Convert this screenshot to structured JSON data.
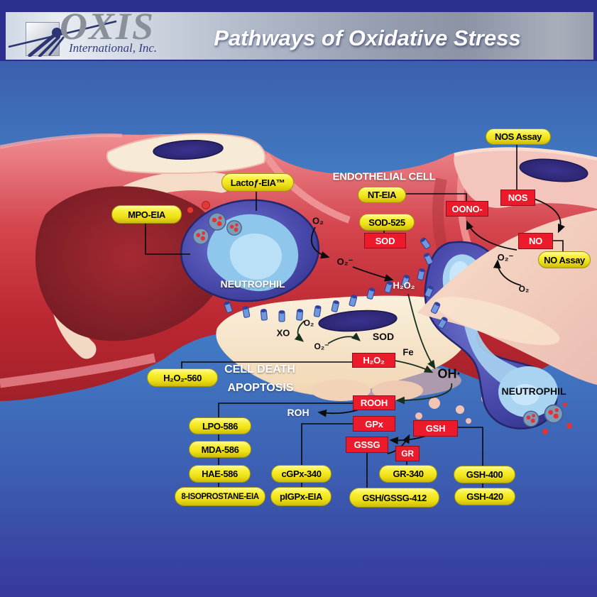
{
  "header": {
    "brand": "OXIS",
    "brand_subtitle": "International, Inc.",
    "title": "Pathways of Oxidative Stress"
  },
  "pills": {
    "nos_assay": "NOS Assay",
    "lacto": "Lactoƒ-EIA™",
    "mpo": "MPO-EIA",
    "nt": "NT-EIA",
    "sod525": "SOD-525",
    "no_assay": "NO Assay",
    "h2o2_560": "H₂O₂-560",
    "lpo": "LPO-586",
    "mda": "MDA-586",
    "hae": "HAE-586",
    "isoprostane": "8-ISOPROSTANE-EIA",
    "cgpx": "cGPx-340",
    "pigpx": "pIGPx-EIA",
    "gr340": "GR-340",
    "gshgssg": "GSH/GSSG-412",
    "gsh400": "GSH-400",
    "gsh420": "GSH-420"
  },
  "boxes": {
    "nos": "NOS",
    "oono": "OONO-",
    "no": "NO",
    "sod": "SOD",
    "h2o2": "H₂O₂",
    "rooh": "ROOH",
    "gpx": "GPx",
    "gssg": "GSSG",
    "gsh": "GSH",
    "gr": "GR"
  },
  "scene": {
    "endothelial_cell": "ENDOTHELIAL CELL",
    "neutrophil_left": "NEUTROPHIL",
    "neutrophil_right": "NEUTROPHIL",
    "cell_death": "CELL DEATH",
    "apoptosis": "APOPTOSIS",
    "roh": "ROH",
    "oh_radical": "OH·",
    "fe": "Fe",
    "xo": "XO",
    "sod_enzyme": "SOD",
    "o2_left": "O₂",
    "o2_minus_left": "O₂⁻",
    "o2_xo": "O₂",
    "o2_minus_xo": "O₂⁻",
    "h2o2_free": "H₂O₂",
    "o2_minus_right": "O₂⁻",
    "o2_right": "O₂"
  },
  "colors": {
    "pill_yellow": "#f2e71f",
    "box_red": "#ec1b2b",
    "header_indigo": "#2d2f8e",
    "band_silver": "#b9c1cf",
    "bg_blue_top": "#3b60af",
    "bg_blue_mid": "#4586ca",
    "bg_blue_bottom": "#37389a",
    "nucleus_navy": "#2b2472",
    "neutrophil_light": "#a6d2f2",
    "tissue_red": "#c62f3a",
    "tissue_cream": "#f6e7d0"
  }
}
